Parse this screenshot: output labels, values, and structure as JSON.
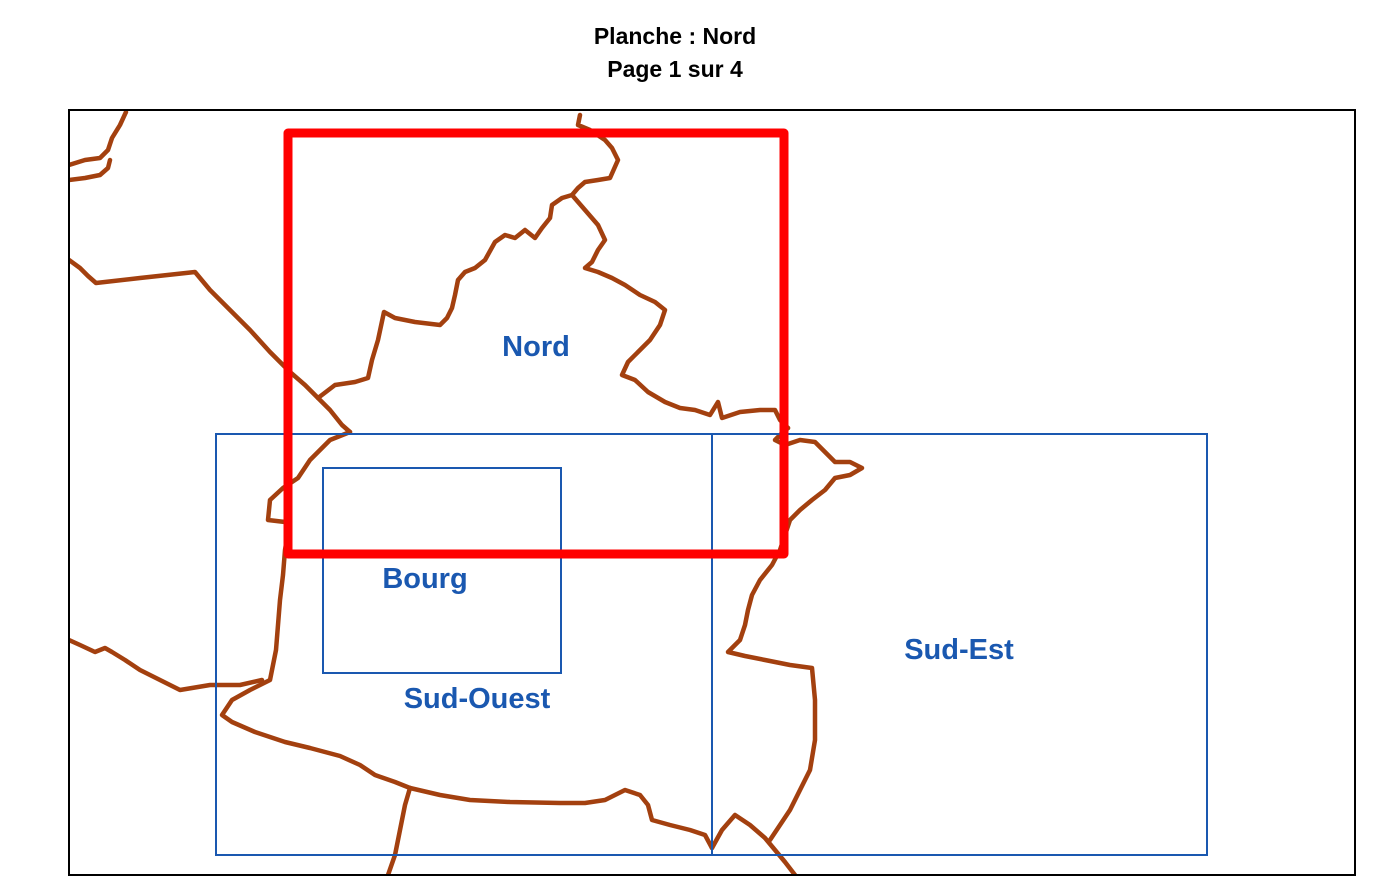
{
  "header": {
    "title": "Planche : Nord",
    "page": "Page 1  sur 4"
  },
  "map": {
    "colors": {
      "frame": "#000000",
      "boundary": "#a3400f",
      "extent": "#1a58b0",
      "label": "#1a58b0",
      "current_page": "#ff0000"
    },
    "current_page_label": "Nord",
    "zones": [
      {
        "id": "nord",
        "label": "Nord",
        "current": true
      },
      {
        "id": "sud-ouest",
        "label": "Sud-Ouest",
        "current": false
      },
      {
        "id": "sud-est",
        "label": "Sud-Est",
        "current": false
      },
      {
        "id": "bourg",
        "label": "Bourg",
        "current": false
      }
    ]
  }
}
